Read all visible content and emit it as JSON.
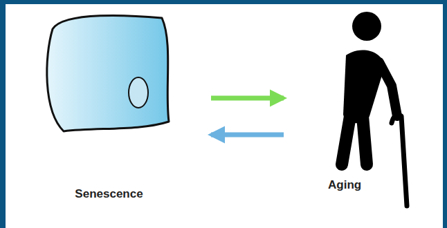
{
  "diagram": {
    "nodes": [
      {
        "text": [
          "Senescence"
        ]
      },
      {
        "text": [
          "Aging"
        ]
      }
    ],
    "edges": [
      {
        "from": 0,
        "to": 1,
        "arrow": "to"
      },
      {
        "from": 1,
        "to": 0,
        "arrow": "to"
      }
    ]
  }
}
